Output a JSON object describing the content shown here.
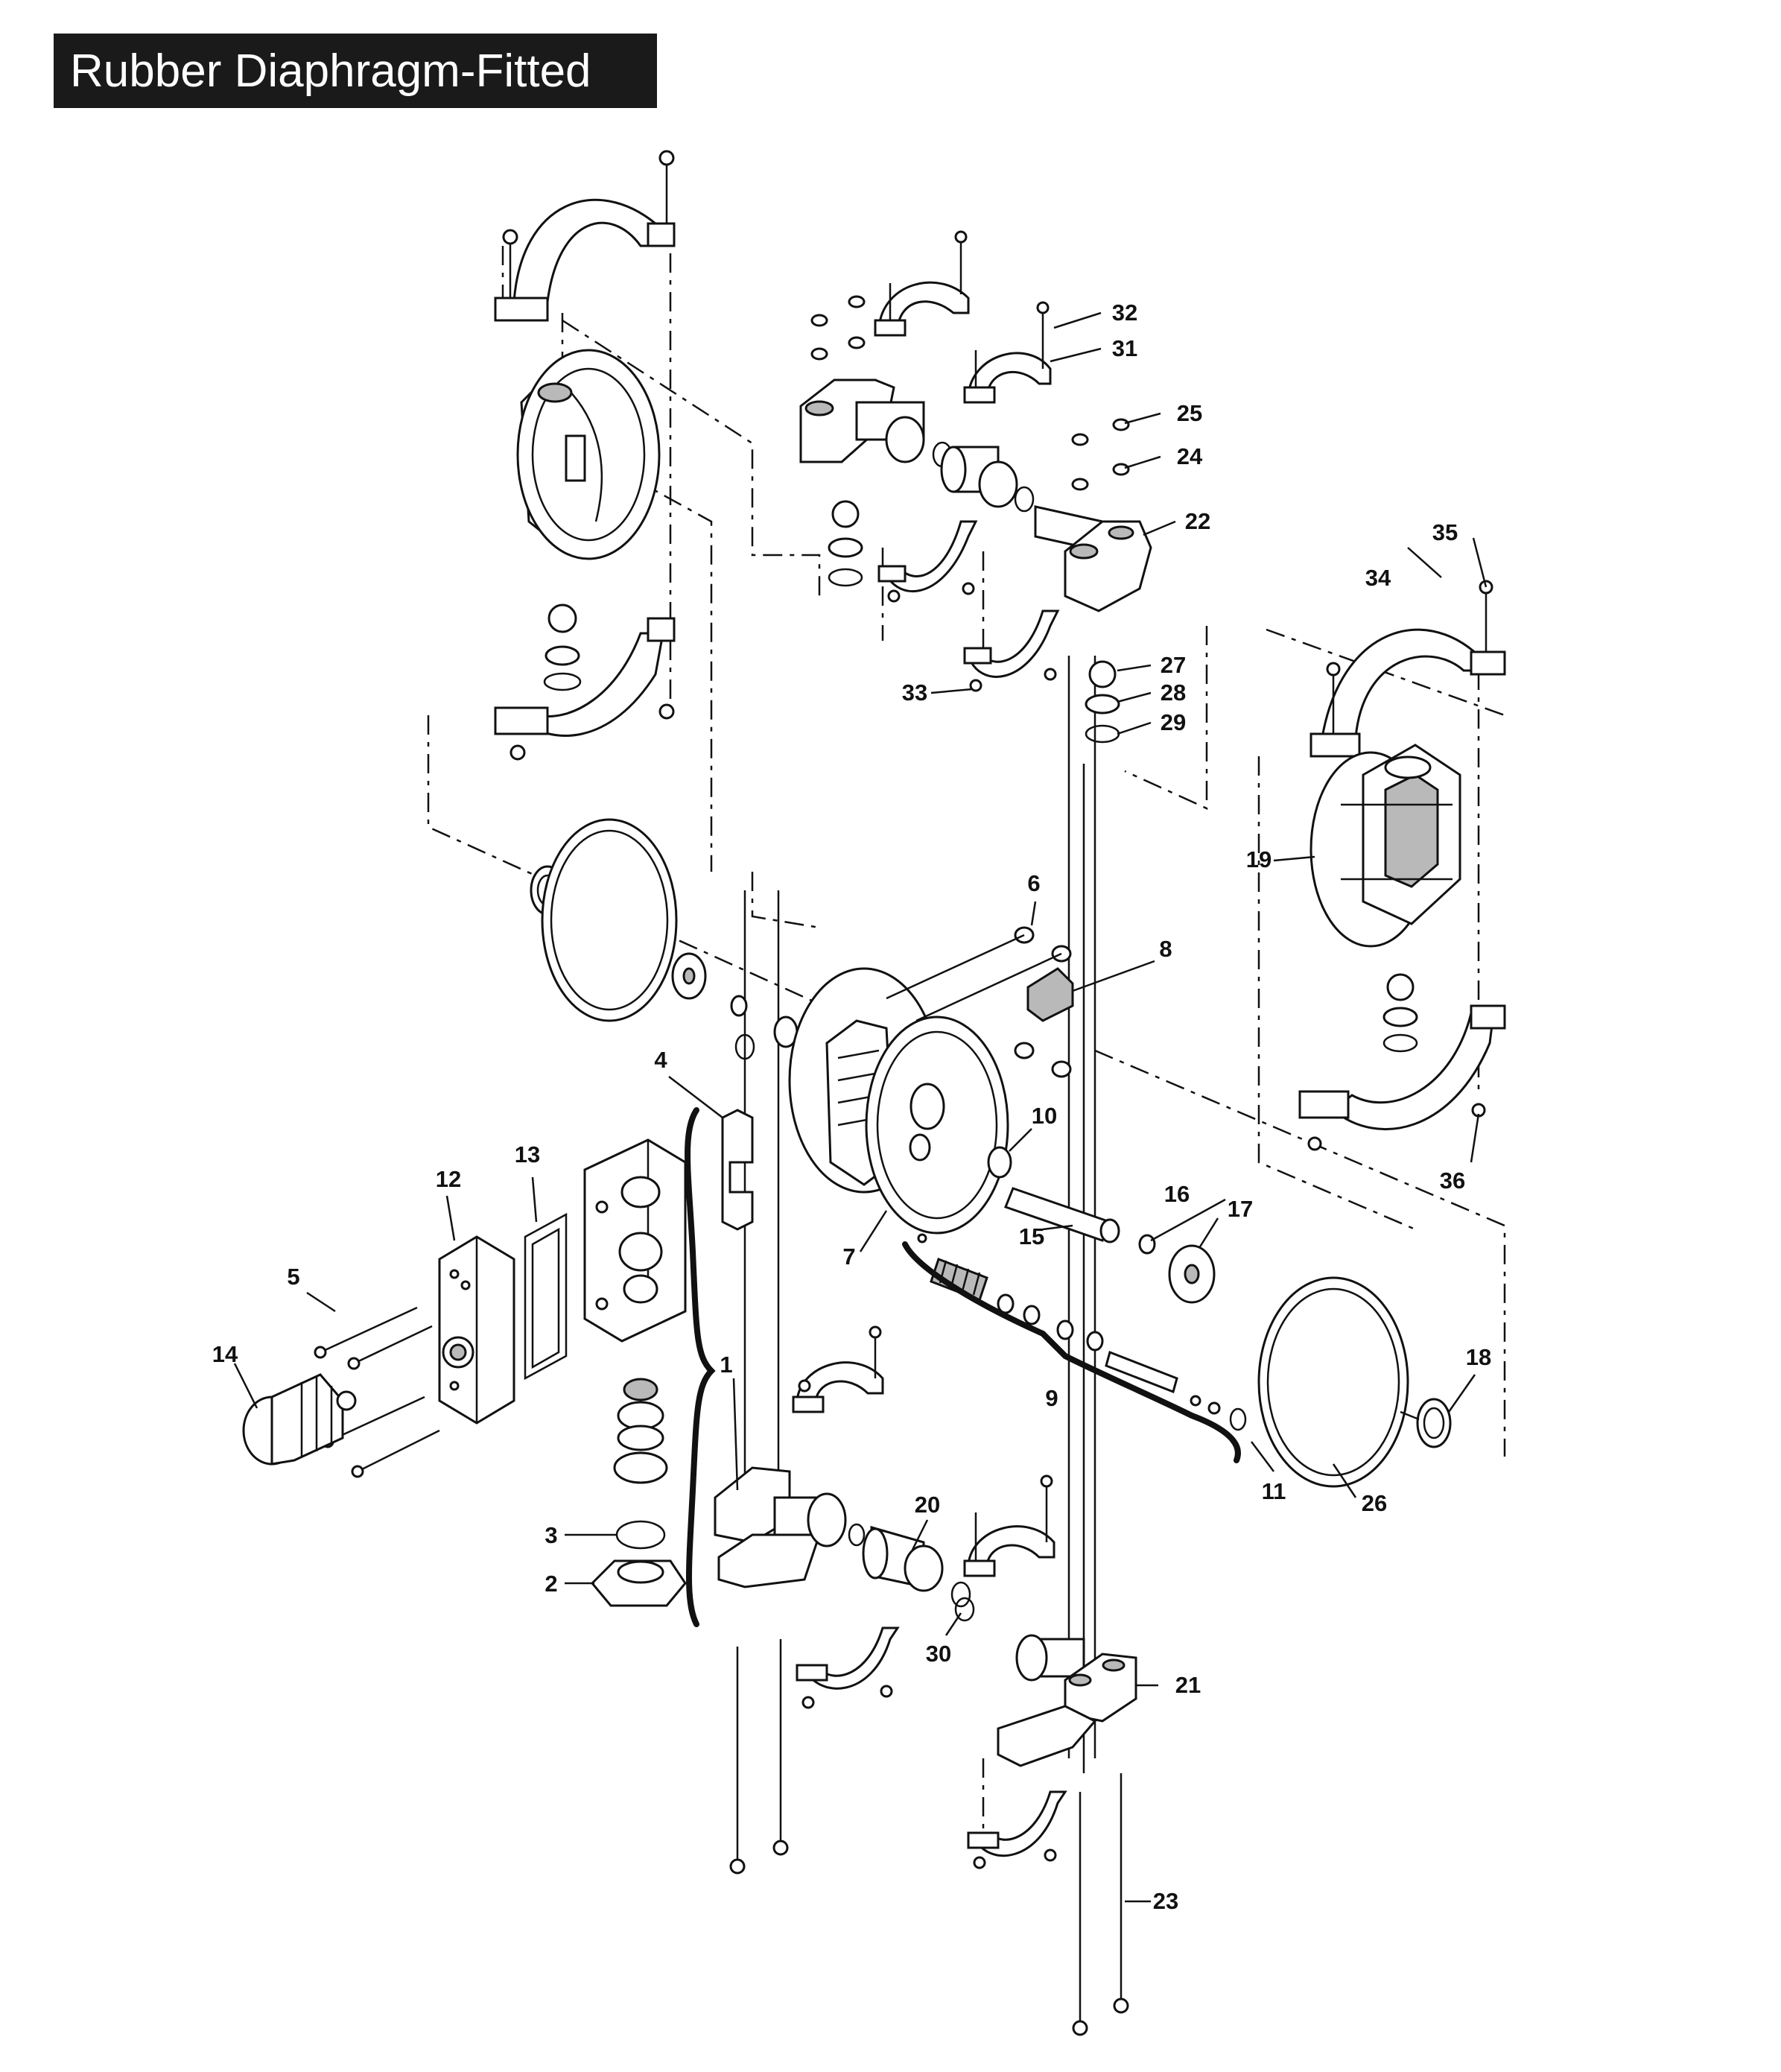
{
  "title": "Rubber Diaphragm-Fitted",
  "callouts": [
    {
      "id": "c1",
      "text": "1"
    },
    {
      "id": "c2",
      "text": "2"
    },
    {
      "id": "c3",
      "text": "3"
    },
    {
      "id": "c4",
      "text": "4"
    },
    {
      "id": "c5",
      "text": "5"
    },
    {
      "id": "c6",
      "text": "6"
    },
    {
      "id": "c7",
      "text": "7"
    },
    {
      "id": "c8",
      "text": "8"
    },
    {
      "id": "c9",
      "text": "9"
    },
    {
      "id": "c10",
      "text": "10"
    },
    {
      "id": "c11",
      "text": "11"
    },
    {
      "id": "c12",
      "text": "12"
    },
    {
      "id": "c13",
      "text": "13"
    },
    {
      "id": "c14",
      "text": "14"
    },
    {
      "id": "c15",
      "text": "15"
    },
    {
      "id": "c16",
      "text": "16"
    },
    {
      "id": "c17",
      "text": "17"
    },
    {
      "id": "c18",
      "text": "18"
    },
    {
      "id": "c19",
      "text": "19"
    },
    {
      "id": "c20",
      "text": "20"
    },
    {
      "id": "c21",
      "text": "21"
    },
    {
      "id": "c22",
      "text": "22"
    },
    {
      "id": "c23",
      "text": "23"
    },
    {
      "id": "c24",
      "text": "24"
    },
    {
      "id": "c25",
      "text": "25"
    },
    {
      "id": "c26",
      "text": "26"
    },
    {
      "id": "c27",
      "text": "27"
    },
    {
      "id": "c28",
      "text": "28"
    },
    {
      "id": "c29",
      "text": "29"
    },
    {
      "id": "c30",
      "text": "30"
    },
    {
      "id": "c31",
      "text": "31"
    },
    {
      "id": "c32",
      "text": "32"
    },
    {
      "id": "c33",
      "text": "33"
    },
    {
      "id": "c34",
      "text": "34"
    },
    {
      "id": "c35",
      "text": "35"
    },
    {
      "id": "c36",
      "text": "36"
    }
  ],
  "colors": {
    "ink": "#111111",
    "title_bg": "#1a1a1a",
    "title_fg": "#ffffff",
    "background": "#ffffff"
  }
}
